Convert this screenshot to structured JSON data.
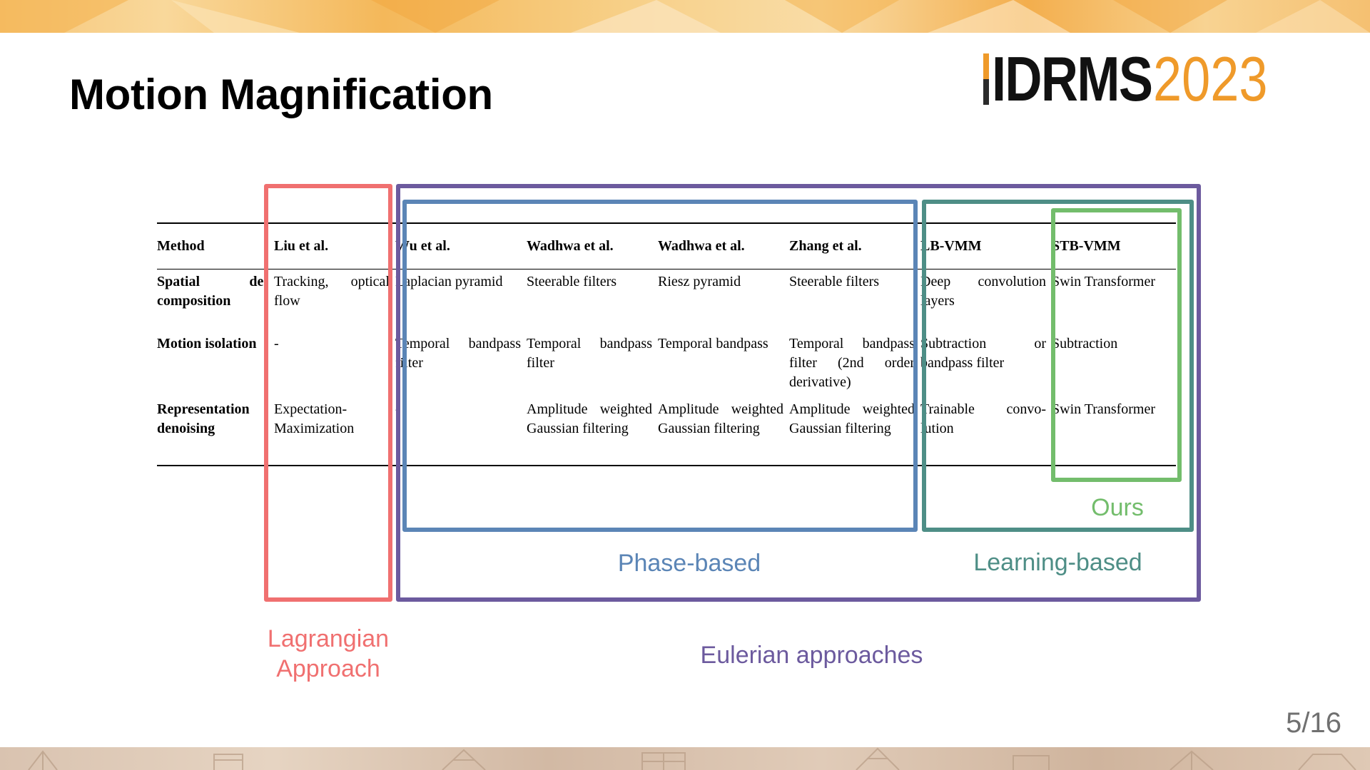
{
  "slide": {
    "title": "Motion Magnification",
    "page_number": "5/16"
  },
  "logo": {
    "text": "IDRMS",
    "year": "2023"
  },
  "table": {
    "headers": [
      "Method",
      "Liu et al.",
      "Wu et al.",
      "Wadhwa et al.",
      "Wadhwa et al.",
      "Zhang et al.",
      "LB-VMM",
      "STB-VMM"
    ],
    "rows": [
      {
        "label": "Spatial de­composition",
        "cells": [
          "Tracking, optical flow",
          "Laplacian pyra­mid",
          "Steerable filters",
          "Riesz pyramid",
          "Steerable filters",
          "Deep convolution layers",
          "Swin Trans­former"
        ]
      },
      {
        "label": "Motion isola­tion",
        "cells": [
          "-",
          "Temporal band­pass filter",
          "Temporal band­pass filter",
          "Temporal band­pass",
          "Temporal band­pass filter (2nd order derivative)",
          "Subtraction or bandpass filter",
          "Subtraction"
        ]
      },
      {
        "label": "Representation denoising",
        "cells": [
          "Expectation-Maximization",
          "-",
          "Amplitude weighted Gaus­sian filtering",
          "Amplitude weighted Gaus­sian filtering",
          "Amplitude weighted Gaus­sian filtering",
          "Trainable convo­lution",
          "Swin Trans­former"
        ]
      }
    ]
  },
  "groups": {
    "lagrangian": "Lagrangian Approach",
    "eulerian": "Eulerian approaches",
    "phase": "Phase-based",
    "learning": "Learning-based",
    "ours": "Ours"
  },
  "colors": {
    "lagrangian": "#f07070",
    "eulerian": "#6c5a9e",
    "phase": "#5b85b6",
    "learning": "#4e8e86",
    "ours": "#73bd6c",
    "logo_accent": "#ef9a2a"
  }
}
